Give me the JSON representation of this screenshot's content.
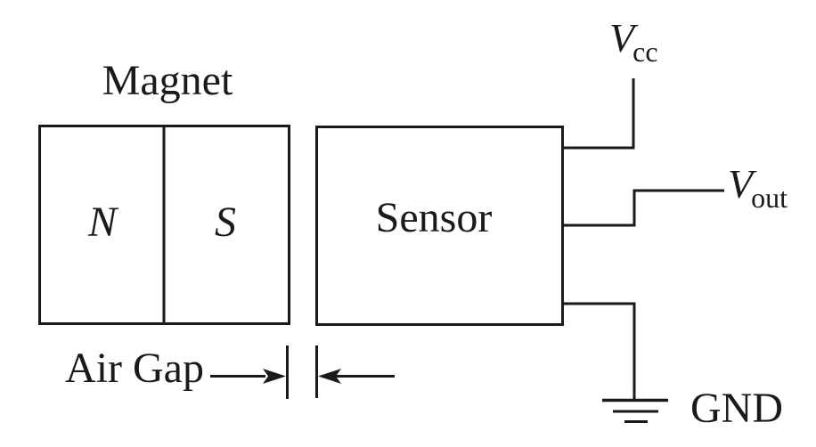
{
  "colors": {
    "ink": "#1a1a1a",
    "background": "#ffffff"
  },
  "magnet": {
    "title": "Magnet",
    "north": "N",
    "south": "S"
  },
  "sensor": {
    "label": "Sensor"
  },
  "air_gap": {
    "label": "Air Gap"
  },
  "terminals": {
    "vcc": {
      "base": "V",
      "sub": "cc"
    },
    "vout": {
      "base": "V",
      "sub": "out"
    },
    "gnd": {
      "label": "GND"
    }
  }
}
